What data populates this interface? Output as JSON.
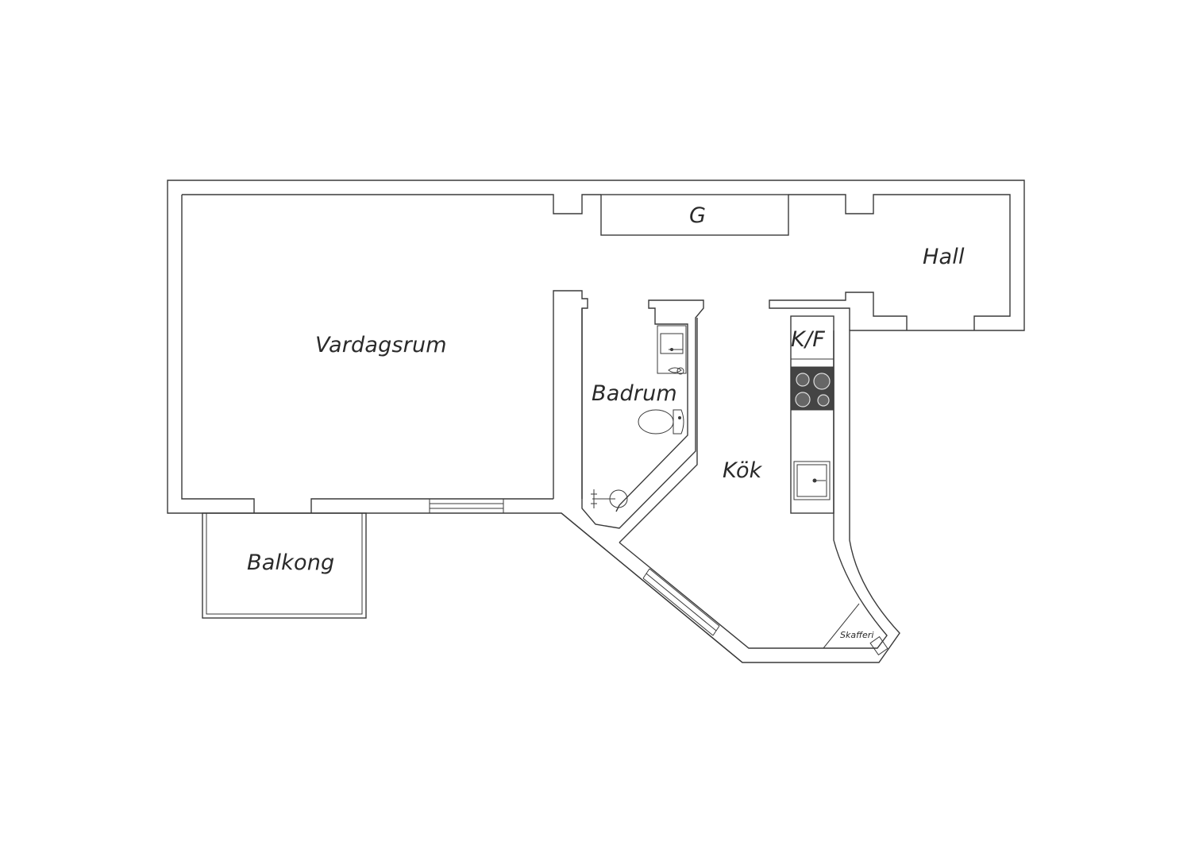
{
  "rooms": {
    "vardagsrum": "Vardagsrum",
    "balkong": "Balkong",
    "badrum": "Badrum",
    "kok": "Kök",
    "hall": "Hall",
    "garderob": "G",
    "kf": "K/F",
    "skafferi": "Skafferi"
  },
  "colors": {
    "wall": "#3a3a3a",
    "stove_top": "#444444",
    "background": "#ffffff"
  }
}
